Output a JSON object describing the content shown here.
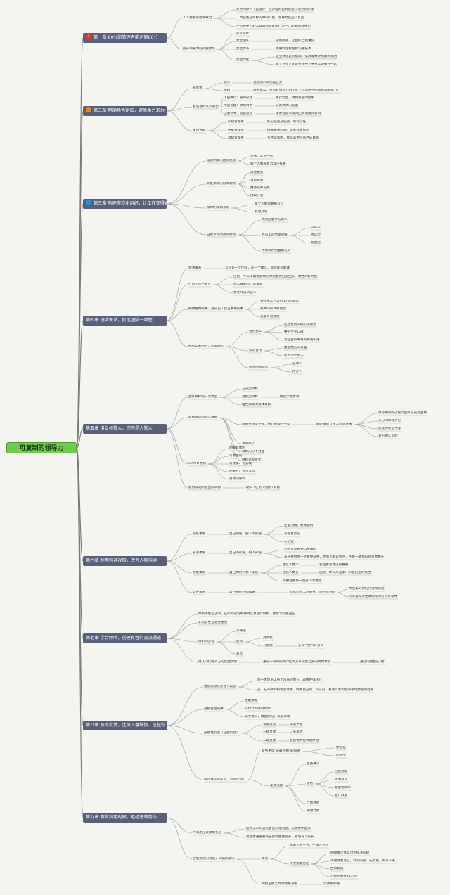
{
  "root": "可复制的领导力",
  "chapters": [
    {
      "icon": "exclamation-icon",
      "icon_color": "#d93a2b",
      "icon_glyph": "!",
      "label": "第一章 80%的管理者能达到80分"
    },
    {
      "icon": "clock-icon",
      "icon_color": "#e8822a",
      "icon_glyph": "",
      "label": "第二章 明确角色定位，避免乘力来为"
    },
    {
      "icon": "globe-icon",
      "icon_color": "#2e8fd6",
      "icon_glyph": "",
      "label": "第三章 构建游戏化组织，让工作变得更有趣"
    },
    {
      "label": "第四章 理清关系，打造团队一致性"
    },
    {
      "label": "第五章 用目标管人，而不是人管人"
    },
    {
      "label": "第六章 利用沟通视窗，改善人际沟通"
    },
    {
      "label": "第七章 学会倾听，创建良性的交流通道"
    },
    {
      "label": "第八章 及时反馈，让员工尊敬你、信任你"
    },
    {
      "label": "第九章 有效利用时间，拒绝无效努力"
    }
  ],
  "nodes": [
    "人人都能学会领导力",
    "东方的那一个是境界，西方给的是到达这个境界的阶梯",
    "工具是达成目标的中间介质，领导力就是工具型",
    "学习领导力的工具目标就是知行合一，即拿到领导力",
    "提升领导力的得要修炼",
    "建立信任",
    "建立团队",
    "学会授手，让团队自我进化",
    "建立体系",
    "需要制定标准和沟通技术",
    "建立文化",
    "企业文化是价值观，信念等精神因素的结合",
    "建立企业文化是在精神上驾员工凝聚在一起",
    "管理者",
    "定义",
    "通过别人来完成任务",
    "使命",
    "培养员工，打造有战斗力的团队（也可用于衡量管理者能力）",
    "管理者的三大角色",
    "下层执行：使命必达",
    "执行力量，确保最后的结果",
    "中层管理：承接转折",
    "认真负责的态度",
    "上层领导：造造氛围",
    "需要考虑承接对团队情绪的影响",
    "角色分配",
    "初级管理者",
    "核心是完成任务，取得信任",
    "中级管理者",
    "擅最解决问题，又能建设氛围",
    "高级管理者",
    "多营造氛围，能前其他人来达成目标",
    "设定明确的团队愿景",
    "夸张、宏大一些",
    "每个人都愿意为自己有关",
    "制定清晰的游戏规则",
    "海星模式",
    "激励机制",
    "财务结算方式",
    "授权方式",
    "及时的反馈系统",
    "每个人都需要被认可",
    "及时反馈",
    "自愿参与的游戏规则",
    "找到愿意参与的人",
    "为员工追塑需望值",
    "自信型",
    "点信型",
    "能因型",
    "用协议时刻督察员工",
    "理清关系",
    "公司是一个团队，是一个球队，目标就是赢球",
    "打造团队一致性",
    "任何一个员工需要反馈的时刻都要打造团队一致性的好时机",
    "员工真彩时，说清楚",
    "要奖时公众宣布",
    "把你看做的事，变成员工自己要做的事",
    "强化员工为自己工作的观念",
    "用共同的目标管理",
    "适度有效授权",
    "把员工看熟人，而非路人",
    "善待员工",
    "结连有员工的示范作用",
    "维护企业口碑",
    "为企业带来更的发展机遇",
    "如何善待",
    "建立档员工基盟",
    "提供创业员工",
    "优秀的管理者",
    "是领人",
    "用养人",
    "团队目标的三大类型",
    "方向型目标",
    "过程型目标",
    "确定大致步骤",
    "理性清晰的具体目标",
    "目标管理的四大难题",
    "成员参与度不够，执行积极性不高",
    "确定目标让员工参与进来",
    "目标要得的过程以团队成员为主导",
    "充分的目标讨论",
    "过程中地位平等",
    "双方都认可的",
    "资源匮乏",
    "目标的分不合理",
    "目标迭有变化",
    "SMART原则",
    "明确具体的",
    "可衡量的",
    "可接受、可实现",
    "相关性、符合实际",
    "有时间限制",
    "套用公式制定团队目标",
    "动词+任务+指标+目标",
    "隐私象限",
    "自己知道，别人不知道",
    "正面沟通，避免误解",
    "不好意思说",
    "忘了说",
    "盲点象限",
    "自己不知道，别人知道",
    "利用反馈看到自身缺陷",
    "员乐要借你一定要要缺失，也有可能是优点，不能一概指向有害而要正",
    "潜能象限",
    "自己和别人都不知道",
    "团队人数少",
    "管理者的耽见很重要",
    "团队人数多",
    "创造一种公开竞争、积极向上的氛围",
    "不要轻视每一位员工的潜能",
    "公开象限",
    "自己和别人都知道",
    "目标是员工的尊重，而不是怕你",
    "弄包美的你的行为和愿望",
    "弄等量和你往来的你的行为与领导",
    "倾听不能止于听，在听的过程中要对信息进行解析，并给予积极回应",
    "非语言性信息更重要",
    "倾听的步骤",
    "深呼吸",
    "提问",
    "封闭式",
    "开放式",
    "多以\"为什么\"开头",
    "复述",
    "用认同化解对方的负面情绪",
    "通过一系列的询问让对方认识到自身的情绪状态",
    "通过问题生成\"题\"",
    "用感激与欣慰替代反馈",
    "善于发现员工身上闪光的地方，表扬并强化它",
    "员工在不断的积极反馈中，明确自己的工作方向，有着气和力量来很理想化的结果",
    "避免管理陷阱",
    "收集数据",
    "选择性地收取数据",
    "辅予意义，做出结论，采取行动",
    "鼓励性反馈（正面反馈）",
    "零级反馈",
    "无动于衷",
    "一级反馈",
    "口头表扬",
    "二级反馈",
    "表扬他并告诉他原因",
    "纠正或塑型反馈（负面反馈）",
    "避免用反\"去取伤和\"的词语",
    "你总是",
    "你从不",
    "反馈流程",
    "准备事实",
    "表达",
    "回定场景",
    "陈事反馈",
    "聚能地倾听",
    "查计改变",
    "行动总结",
    "跟进计划",
    "时间用在关键事务上",
    "培养员工沟通从善良决策问题，从而忙中出来",
    "管理者通置要的任务时都要提升、管理员工成长",
    "告别无效的会议，头脑风暴法",
    "原则",
    "鼓励人员一名，不设入讨论",
    "不要急着否定",
    "明确本次会议讨论提决问题",
    "不要急着发言，针对问题、先有量，再等下来",
    "告目标话",
    "人数控制在12人内",
    "如何正确又高效地做决策",
    "六顶思考帽"
  ]
}
